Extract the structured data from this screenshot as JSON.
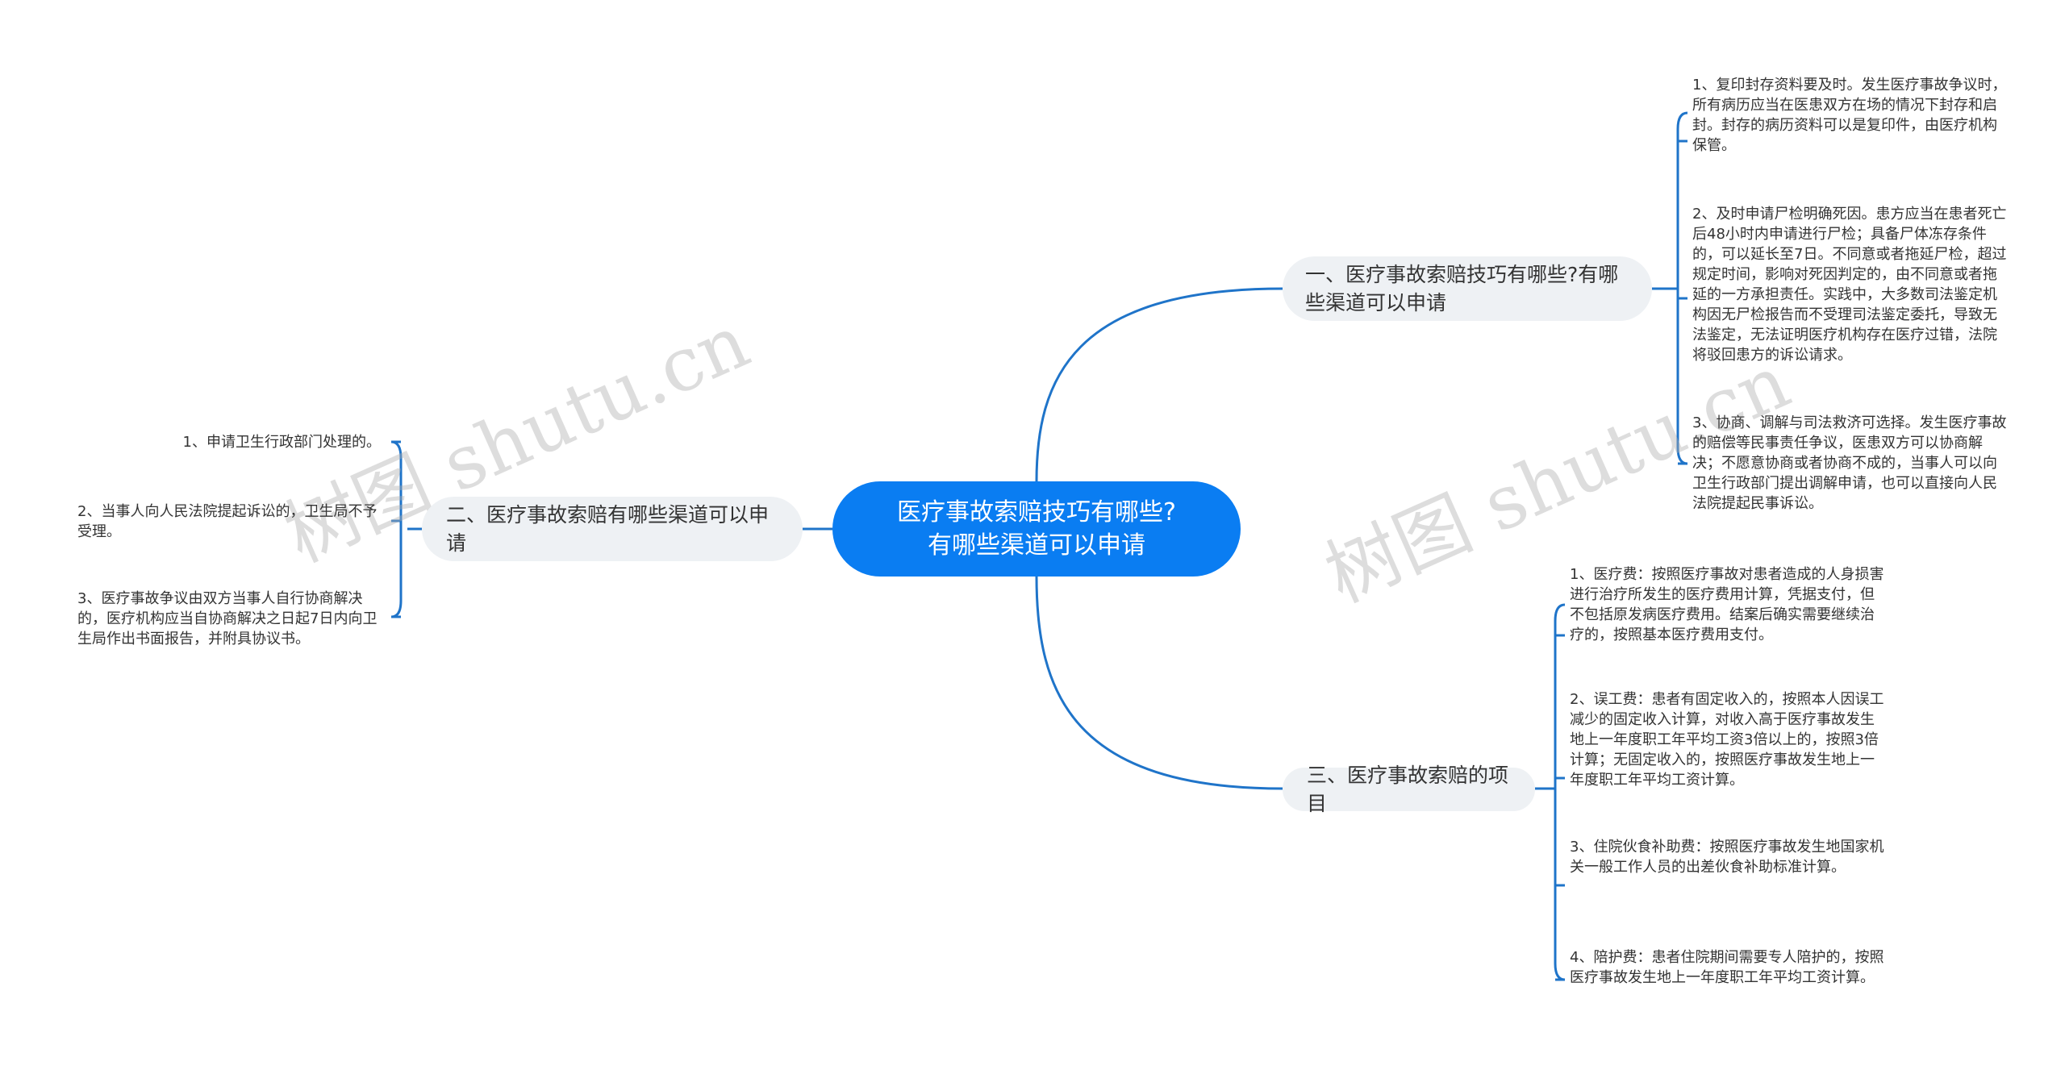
{
  "root": {
    "line1": "医疗事故索赔技巧有哪些?",
    "line2": "有哪些渠道可以申请"
  },
  "watermark": "树图 shutu.cn",
  "branches": {
    "b1": {
      "label": "一、医疗事故索赔技巧有哪些?有哪些渠道可以申请",
      "items": [
        "1、复印封存资料要及时。发生医疗事故争议时，所有病历应当在医患双方在场的情况下封存和启封。封存的病历资料可以是复印件，由医疗机构保管。",
        "2、及时申请尸检明确死因。患方应当在患者死亡后48小时内申请进行尸检；具备尸体冻存条件的，可以延长至7日。不同意或者拖延尸检，超过规定时间，影响对死因判定的，由不同意或者拖延的一方承担责任。实践中，大多数司法鉴定机构因无尸检报告而不受理司法鉴定委托，导致无法鉴定，无法证明医疗机构存在医疗过错，法院将驳回患方的诉讼请求。",
        "3、协商、调解与司法救济可选择。发生医疗事故的赔偿等民事责任争议，医患双方可以协商解决；不愿意协商或者协商不成的，当事人可以向卫生行政部门提出调解申请，也可以直接向人民法院提起民事诉讼。"
      ]
    },
    "b2": {
      "label": "二、医疗事故索赔有哪些渠道可以申请",
      "items": [
        "1、申请卫生行政部门处理的。",
        "2、当事人向人民法院提起诉讼的，卫生局不予受理。",
        "3、医疗事故争议由双方当事人自行协商解决的，医疗机构应当自协商解决之日起7日内向卫生局作出书面报告，并附具协议书。"
      ]
    },
    "b3": {
      "label": "三、医疗事故索赔的项目",
      "items": [
        "1、医疗费：按照医疗事故对患者造成的人身损害进行治疗所发生的医疗费用计算，凭据支付，但不包括原发病医疗费用。结案后确实需要继续治疗的，按照基本医疗费用支付。",
        "2、误工费：患者有固定收入的，按照本人因误工减少的固定收入计算，对收入高于医疗事故发生地上一年度职工年平均工资3倍以上的，按照3倍计算；无固定收入的，按照医疗事故发生地上一年度职工年平均工资计算。",
        "3、住院伙食补助费：按照医疗事故发生地国家机关一般工作人员的出差伙食补助标准计算。",
        "4、陪护费：患者住院期间需要专人陪护的，按照医疗事故发生地上一年度职工年平均工资计算。"
      ]
    }
  },
  "colors": {
    "root_fill": "#0a7df2",
    "branch_fill": "#eef1f4",
    "connector": "#1f74c9"
  }
}
